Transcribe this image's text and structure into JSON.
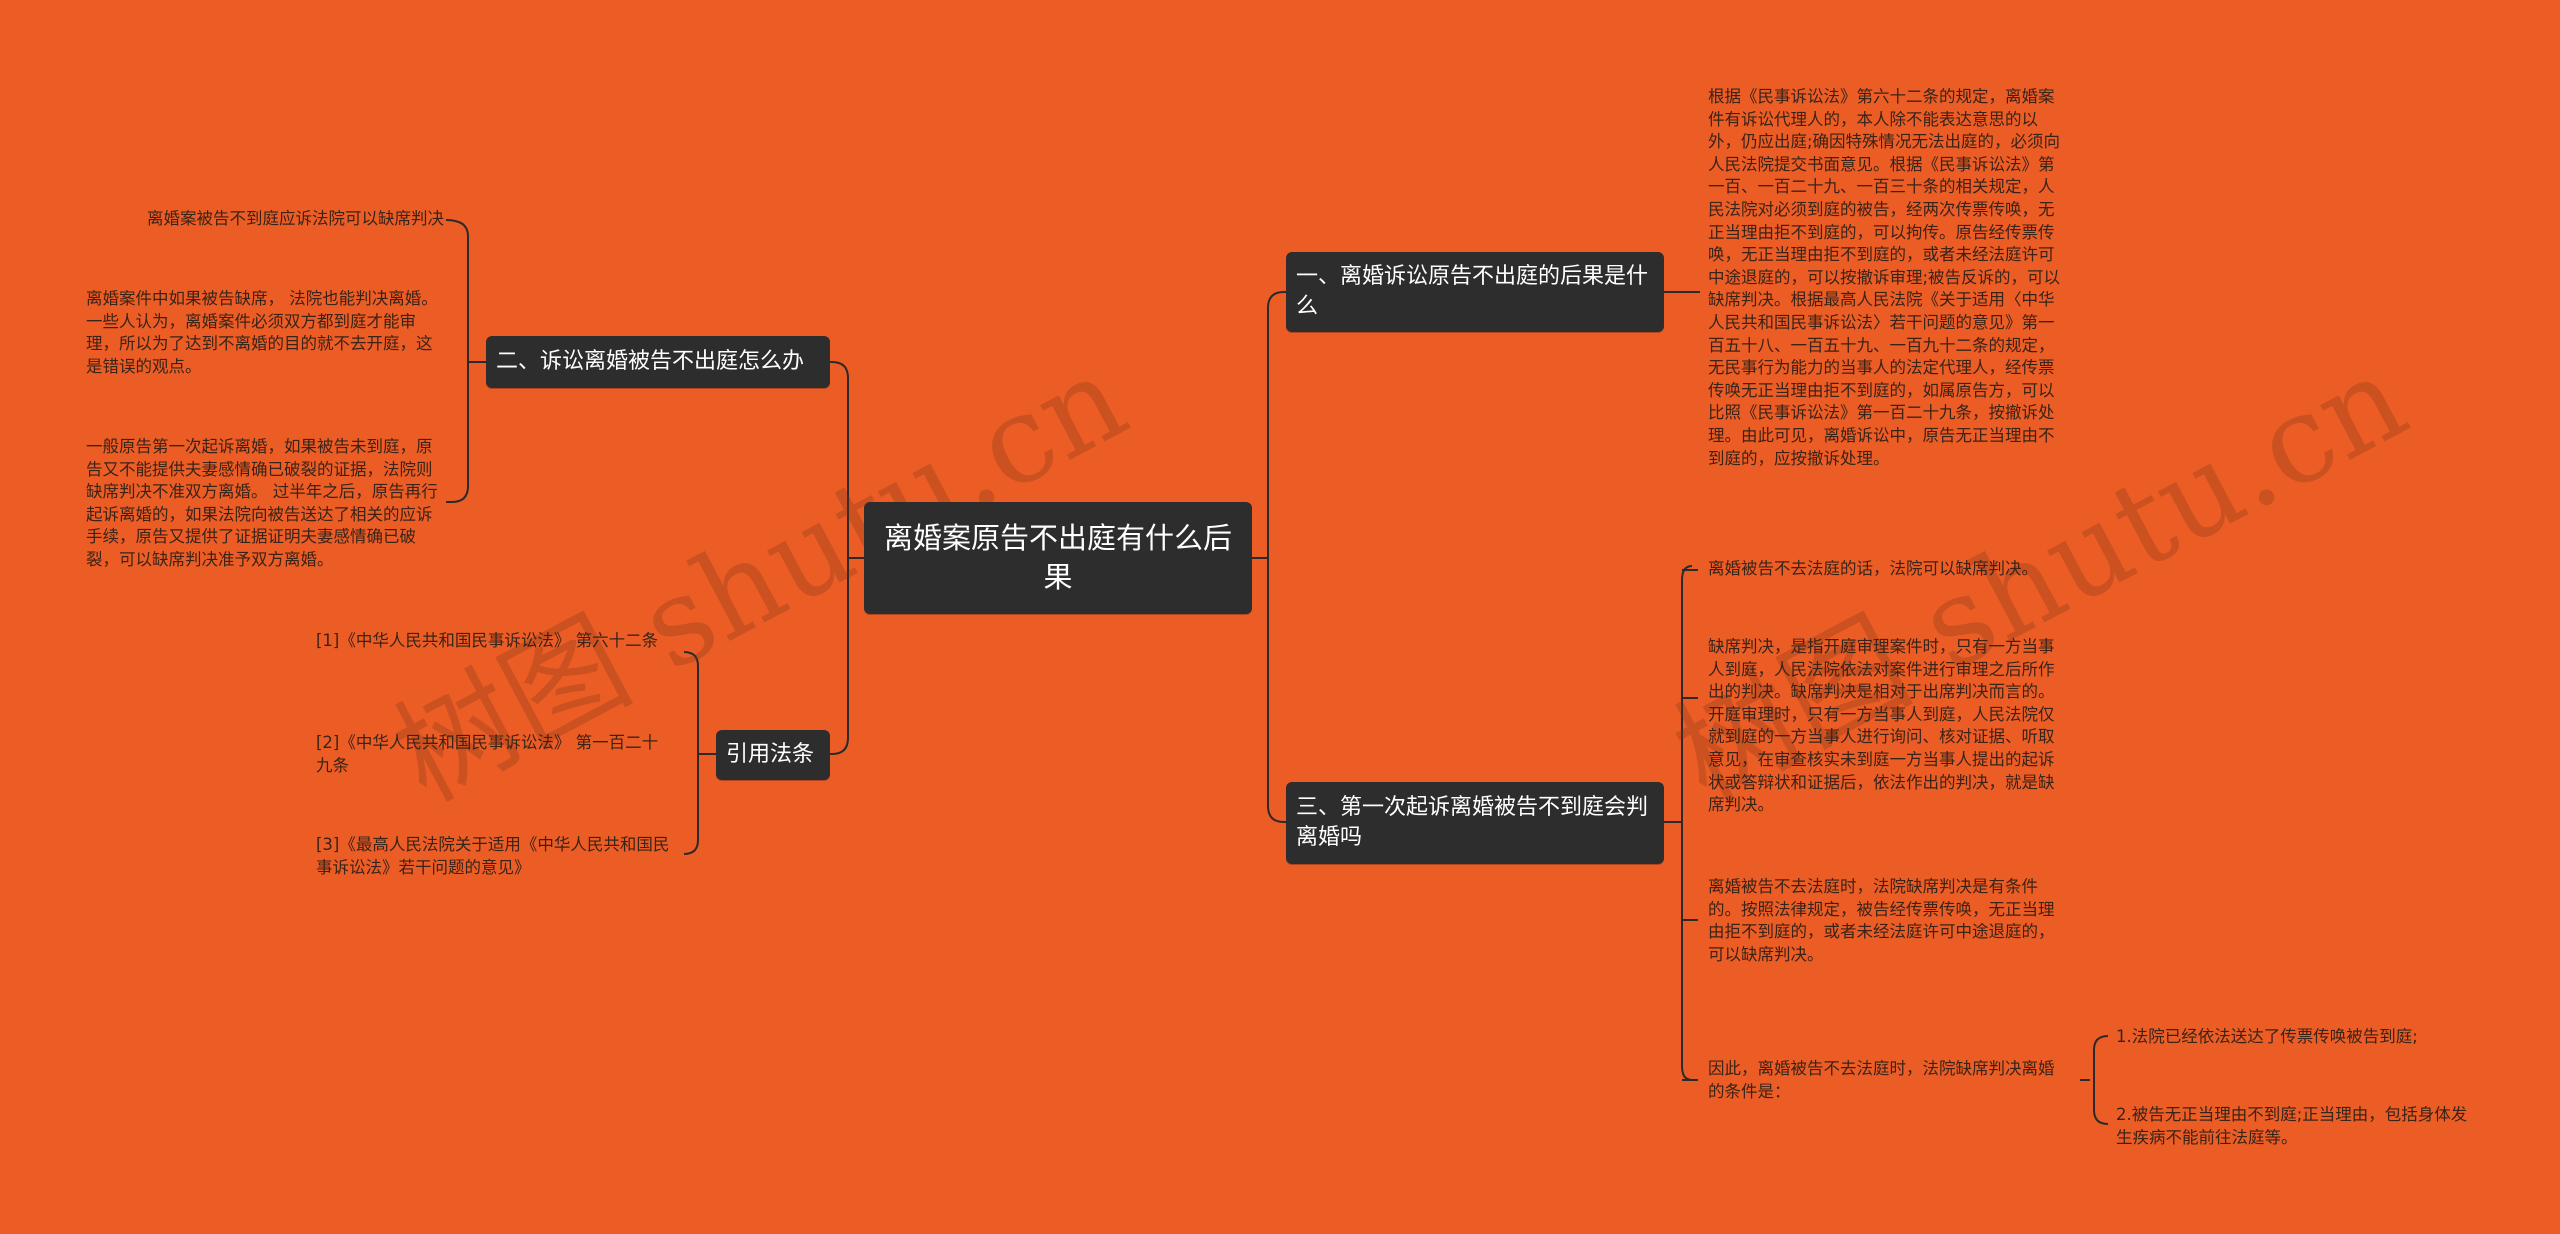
{
  "central": {
    "title": "离婚案原告不出庭有什么后果"
  },
  "branches": {
    "b1": "一、离婚诉讼原告不出庭的后果是什么",
    "b2": "二、诉讼离婚被告不出庭怎么办",
    "b3": "三、第一次起诉离婚被告不到庭会判离婚吗",
    "b4": "引用法条"
  },
  "leaves": {
    "b1_text": "根据《民事诉讼法》第六十二条的规定，离婚案件有诉讼代理人的，本人除不能表达意思的以外，仍应出庭;确因特殊情况无法出庭的，必须向人民法院提交书面意见。根据《民事诉讼法》第一百、一百二十九、一百三十条的相关规定，人民法院对必须到庭的被告，经两次传票传唤，无正当理由拒不到庭的，可以拘传。原告经传票传唤，无正当理由拒不到庭的，或者未经法庭许可中途退庭的，可以按撤诉审理;被告反诉的，可以缺席判决。根据最高人民法院《关于适用〈中华人民共和国民事诉讼法〉若干问题的意见》第一百五十八、一百五十九、一百九十二条的规定，无民事行为能力的当事人的法定代理人，经传票传唤无正当理由拒不到庭的，如属原告方，可以比照《民事诉讼法》第一百二十九条，按撤诉处理。由此可见，离婚诉讼中，原告无正当理由不到庭的，应按撤诉处理。",
    "b2_1": "离婚案被告不到庭应诉法院可以缺席判决",
    "b2_2": "离婚案件中如果被告缺席， 法院也能判决离婚。一些人认为，离婚案件必须双方都到庭才能审理，所以为了达到不离婚的目的就不去开庭，这是错误的观点。",
    "b2_3": "一般原告第一次起诉离婚，如果被告未到庭，原告又不能提供夫妻感情确已破裂的证据，法院则缺席判决不准双方离婚。 过半年之后，原告再行起诉离婚的，如果法院向被告送达了相关的应诉手续，原告又提供了证据证明夫妻感情确已破裂，可以缺席判决准予双方离婚。",
    "b3_1": "离婚被告不去法庭的话，法院可以缺席判决。",
    "b3_2": "缺席判决，是指开庭审理案件时，只有一方当事人到庭，人民法院依法对案件进行审理之后所作出的判决。缺席判决是相对于出席判决而言的。开庭审理时，只有一方当事人到庭，人民法院仅就到庭的一方当事人进行询问、核对证据、听取意见，在审查核实未到庭一方当事人提出的起诉状或答辩状和证据后，依法作出的判决，就是缺席判决。",
    "b3_3": "离婚被告不去法庭时，法院缺席判决是有条件的。按照法律规定，被告经传票传唤，无正当理由拒不到庭的，或者未经法庭许可中途退庭的，可以缺席判决。",
    "b3_4": "因此，离婚被告不去法庭时，法院缺席判决离婚的条件是：",
    "b3_4_1": "1.法院已经依法送达了传票传唤被告到庭;",
    "b3_4_2": "2.被告无正当理由不到庭;正当理由，包括身体发生疾病不能前往法庭等。",
    "b4_1": "[1]《中华人民共和国民事诉讼法》 第六十二条",
    "b4_2": "[2]《中华人民共和国民事诉讼法》 第一百二十九条",
    "b4_3": "[3]《最高人民法院关于适用《中华人民共和国民事诉讼法》若干问题的意见》"
  },
  "watermark": "树图 shutu.cn",
  "colors": {
    "background": "#ec5d26",
    "node": "#2d2d2d",
    "line": "#2a2a2a",
    "leaf_text": "#3a2318"
  }
}
